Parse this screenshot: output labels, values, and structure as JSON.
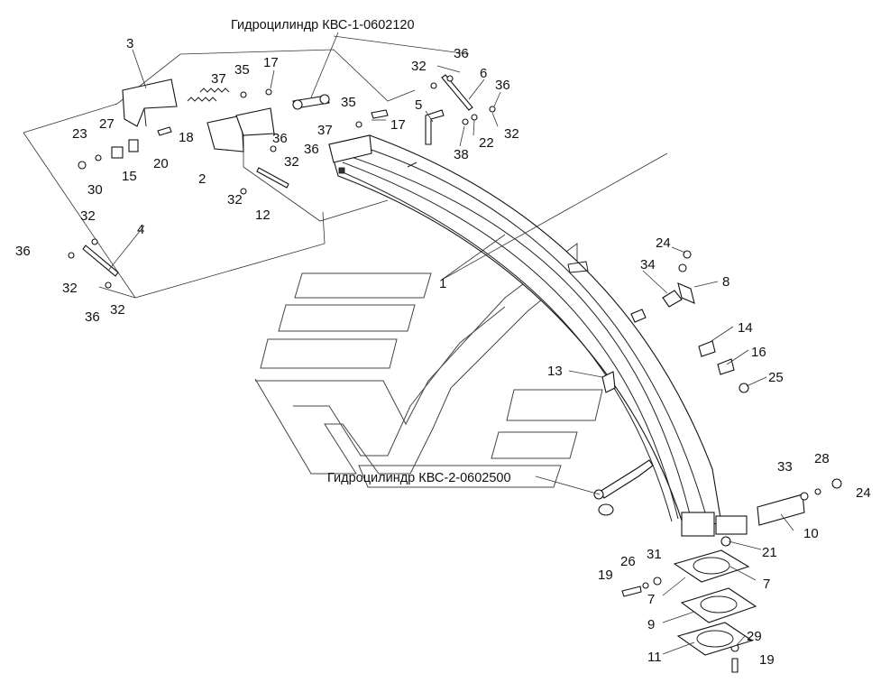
{
  "titles": {
    "cylinder_1": "Гидроцилиндр КВС-1-0602120",
    "cylinder_2": "Гидроцилиндр КВС-2-0602500"
  },
  "labels": [
    {
      "id": "3",
      "text": "3"
    },
    {
      "id": "37a",
      "text": "37"
    },
    {
      "id": "35a",
      "text": "35"
    },
    {
      "id": "17a",
      "text": "17"
    },
    {
      "id": "36a",
      "text": "36"
    },
    {
      "id": "32a",
      "text": "32"
    },
    {
      "id": "6",
      "text": "6"
    },
    {
      "id": "36b",
      "text": "36"
    },
    {
      "id": "35b",
      "text": "35"
    },
    {
      "id": "5",
      "text": "5"
    },
    {
      "id": "37b",
      "text": "37"
    },
    {
      "id": "17b",
      "text": "17"
    },
    {
      "id": "22",
      "text": "22"
    },
    {
      "id": "32b",
      "text": "32"
    },
    {
      "id": "38",
      "text": "38"
    },
    {
      "id": "23",
      "text": "23"
    },
    {
      "id": "27",
      "text": "27"
    },
    {
      "id": "18",
      "text": "18"
    },
    {
      "id": "20",
      "text": "20"
    },
    {
      "id": "15",
      "text": "15"
    },
    {
      "id": "30",
      "text": "30"
    },
    {
      "id": "2",
      "text": "2"
    },
    {
      "id": "36c",
      "text": "36"
    },
    {
      "id": "36d",
      "text": "36"
    },
    {
      "id": "32c",
      "text": "32"
    },
    {
      "id": "32d",
      "text": "32"
    },
    {
      "id": "12",
      "text": "12"
    },
    {
      "id": "32e",
      "text": "32"
    },
    {
      "id": "4",
      "text": "4"
    },
    {
      "id": "36e",
      "text": "36"
    },
    {
      "id": "32f",
      "text": "32"
    },
    {
      "id": "36f",
      "text": "36"
    },
    {
      "id": "32g",
      "text": "32"
    },
    {
      "id": "24a",
      "text": "24"
    },
    {
      "id": "34",
      "text": "34"
    },
    {
      "id": "8",
      "text": "8"
    },
    {
      "id": "1",
      "text": "1"
    },
    {
      "id": "14",
      "text": "14"
    },
    {
      "id": "16",
      "text": "16"
    },
    {
      "id": "25",
      "text": "25"
    },
    {
      "id": "13",
      "text": "13"
    },
    {
      "id": "33",
      "text": "33"
    },
    {
      "id": "28",
      "text": "28"
    },
    {
      "id": "24b",
      "text": "24"
    },
    {
      "id": "10",
      "text": "10"
    },
    {
      "id": "21",
      "text": "21"
    },
    {
      "id": "26",
      "text": "26"
    },
    {
      "id": "31",
      "text": "31"
    },
    {
      "id": "19a",
      "text": "19"
    },
    {
      "id": "7a",
      "text": "7"
    },
    {
      "id": "7b",
      "text": "7"
    },
    {
      "id": "9",
      "text": "9"
    },
    {
      "id": "29",
      "text": "29"
    },
    {
      "id": "11",
      "text": "11"
    },
    {
      "id": "19b",
      "text": "19"
    }
  ]
}
